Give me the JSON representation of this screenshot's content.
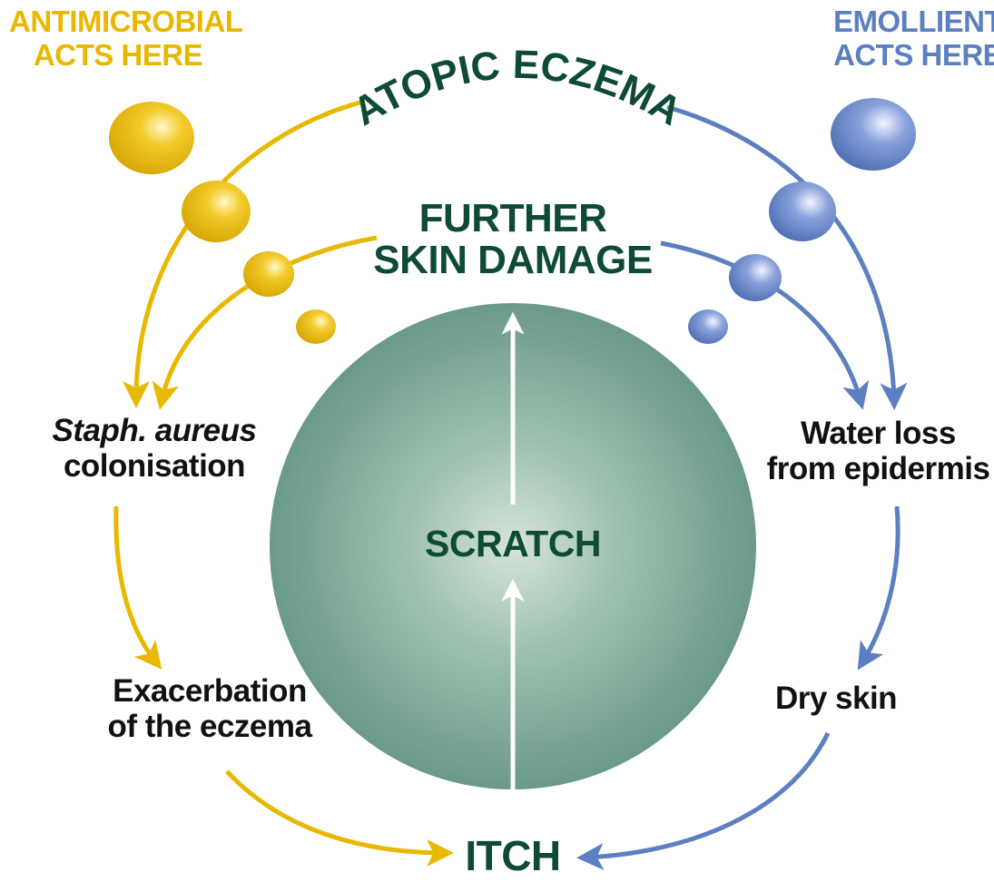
{
  "labels": {
    "antimicrobial_line1": "ANTIMICROBIAL",
    "antimicrobial_line2": "ACTS HERE",
    "emollient_line1": "EMOLLIENT",
    "emollient_line2": "ACTS HERE",
    "atopic_eczema": "ATOPIC ECZEMA",
    "further_line1": "FURTHER",
    "further_line2": "SKIN DAMAGE",
    "scratch": "SCRATCH",
    "itch": "ITCH",
    "staph_line1": "Staph. aureus",
    "staph_line2": "colonisation",
    "water_line1": "Water loss",
    "water_line2": "from epidermis",
    "exacerbation_line1": "Exacerbation",
    "exacerbation_line2": "of the eczema",
    "dry_skin": "Dry skin"
  },
  "colors": {
    "antimicrobial": "#e8b800",
    "emollient": "#5b7fc1",
    "center_sphere": "#6f9d8a",
    "heading_text": "#0e4a34",
    "node_text": "#111111"
  }
}
